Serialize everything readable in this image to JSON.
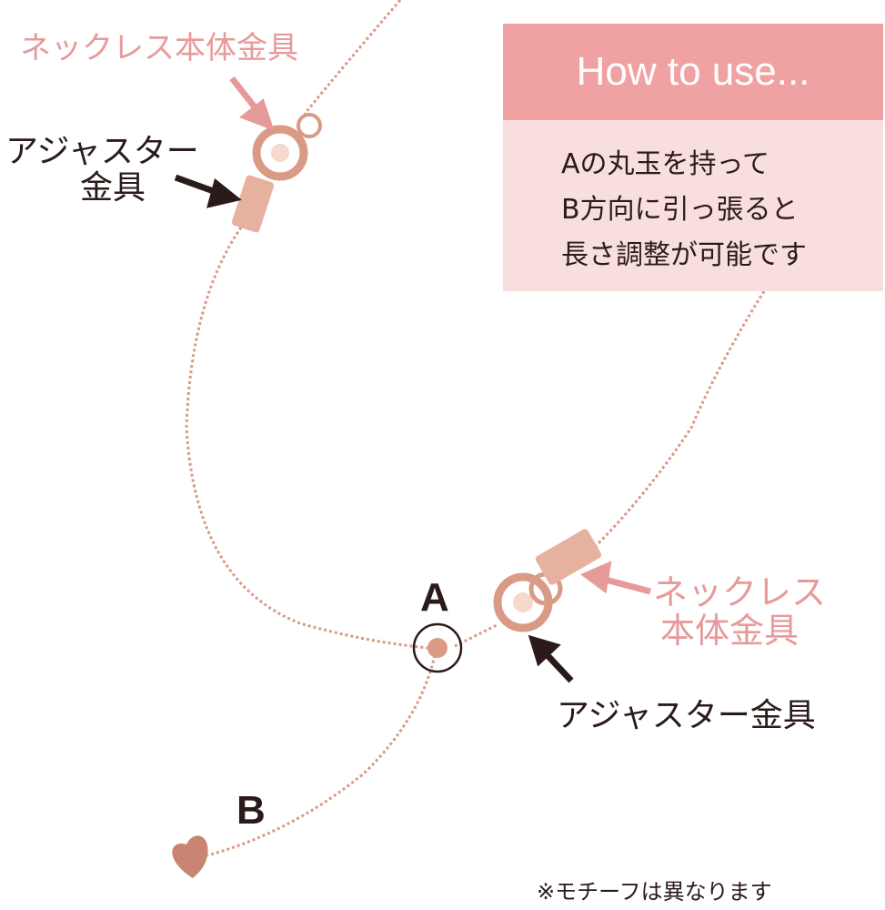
{
  "labels": {
    "necklace_clasp_top": "ネックレス本体金具",
    "adjuster_top_line1": "アジャスター",
    "adjuster_top_line2": "金具",
    "necklace_clasp_right_line1": "ネックレス",
    "necklace_clasp_right_line2": "本体金具",
    "adjuster_right": "アジャスター金具",
    "point_a": "A",
    "point_b": "B"
  },
  "how_to": {
    "title": "How to use...",
    "lines": [
      "Aの丸玉を持って",
      "B方向に引っ張ると",
      "長さ調整が可能です"
    ]
  },
  "note": "※モチーフは異なります",
  "colors": {
    "pink_text": "#e79a9a",
    "header_bg": "#f0a1a1",
    "body_bg": "#f9dede",
    "chain": "#d99a86",
    "dark_text": "#2b1a1a"
  }
}
